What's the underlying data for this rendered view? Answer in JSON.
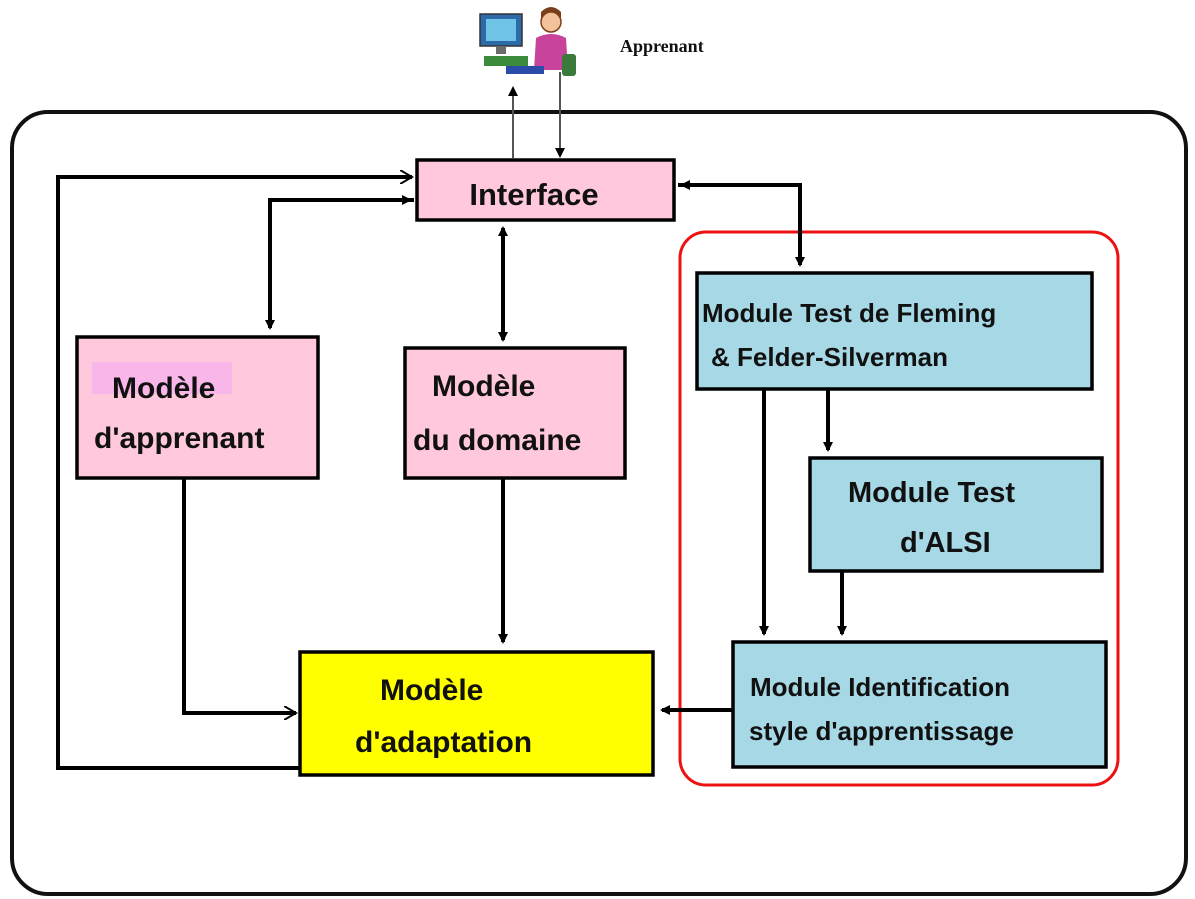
{
  "learner": {
    "label": "Apprenant",
    "icon": "learner-at-computer-icon"
  },
  "boxes": {
    "interface": {
      "label": "Interface"
    },
    "learner_model": {
      "lines": [
        "Modèle",
        "d'apprenant"
      ]
    },
    "domain_model": {
      "lines": [
        "Modèle",
        "du domaine"
      ]
    },
    "adaptation_model": {
      "lines": [
        "Modèle",
        "d'adaptation"
      ]
    },
    "test_fleming": {
      "lines": [
        "Module Test de Fleming",
        "& Felder-Silverman"
      ]
    },
    "test_alsi": {
      "lines": [
        "Module Test",
        "d'ALSI"
      ]
    },
    "identification": {
      "lines": [
        "Module Identification",
        "style d'apprentissage"
      ]
    }
  },
  "colors": {
    "pink_box": "#ffc8dc",
    "pink_highlight": "#f4a8f4",
    "blue_box": "#a6d8e6",
    "yellow_box": "#ffff00",
    "red_group": "#ee1111",
    "outer_frame": "#111111"
  }
}
